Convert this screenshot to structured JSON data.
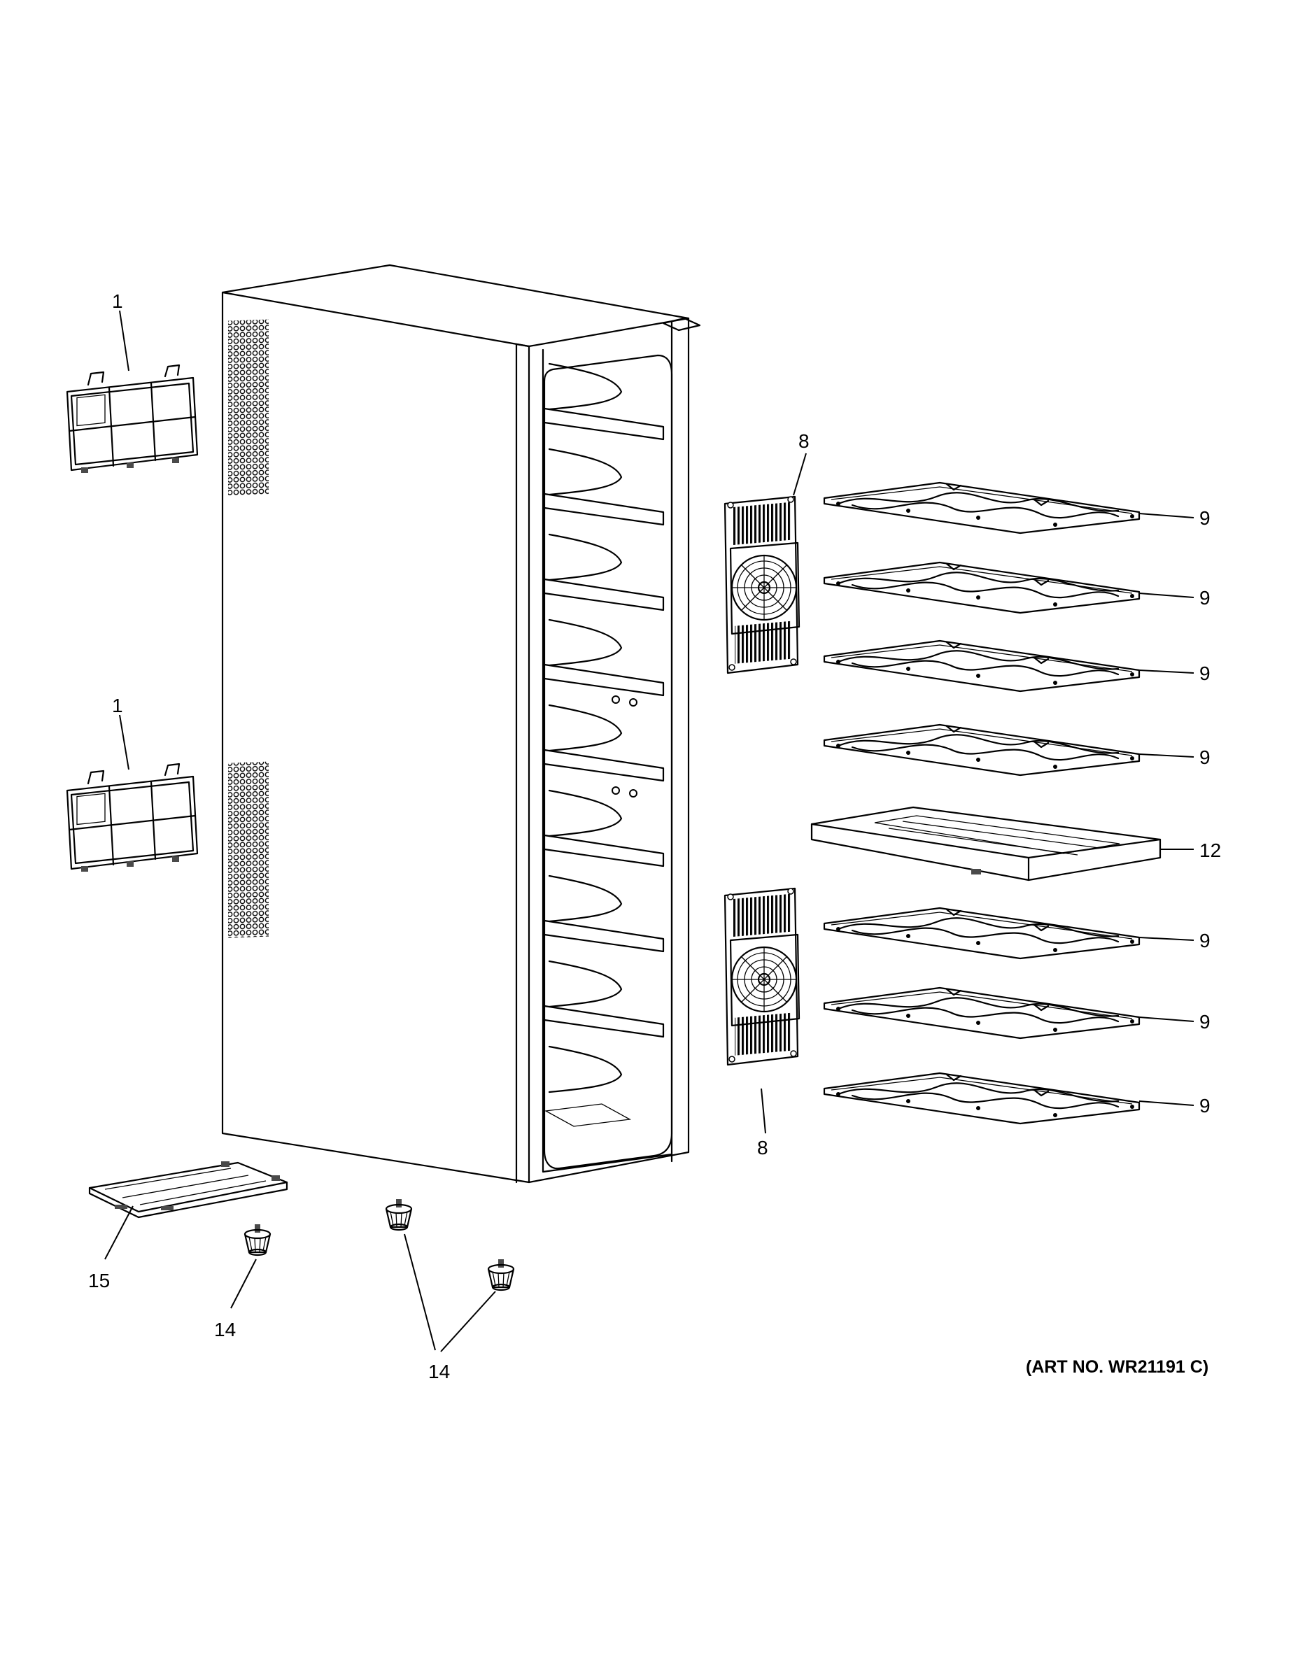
{
  "parts": [
    {
      "callout": "1",
      "name": "Filter frame (upper)"
    },
    {
      "callout": "1",
      "name": "Filter frame (lower)"
    },
    {
      "callout": "8",
      "name": "Fan assembly (upper)"
    },
    {
      "callout": "8",
      "name": "Fan assembly (lower)"
    },
    {
      "callout": "9",
      "name": "Wine rack"
    },
    {
      "callout": "12",
      "name": "Tray shelf"
    },
    {
      "callout": "14",
      "name": "Leveling leg"
    },
    {
      "callout": "15",
      "name": "Base tray"
    }
  ],
  "callouts": {
    "filter_top": "1",
    "filter_bottom": "1",
    "fan_top": "8",
    "fan_bottom": "8",
    "rack_1": "9",
    "rack_2": "9",
    "rack_3": "9",
    "rack_4": "9",
    "shelf_tray": "12",
    "rack_5": "9",
    "rack_6": "9",
    "rack_7": "9",
    "base_tray": "15",
    "leg_single": "14",
    "leg_pair": "14"
  },
  "art_number": "(ART NO. WR21191 C)",
  "icons": [
    "filter-frame-icon",
    "fan-assembly-icon",
    "wine-rack-icon",
    "tray-shelf-icon",
    "leveling-leg-icon",
    "base-tray-icon",
    "cabinet-icon"
  ]
}
